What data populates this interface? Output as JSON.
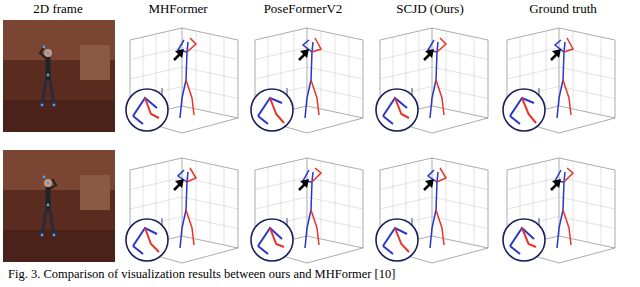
{
  "diagram": {
    "caption": "Fig. 3. Comparison of visualization results between ours and MHFormer [10]",
    "labels": [
      "2D frame",
      "MHFormer",
      "PoseFormerV2",
      "SCJD (Ours)",
      "Ground truth"
    ]
  }
}
